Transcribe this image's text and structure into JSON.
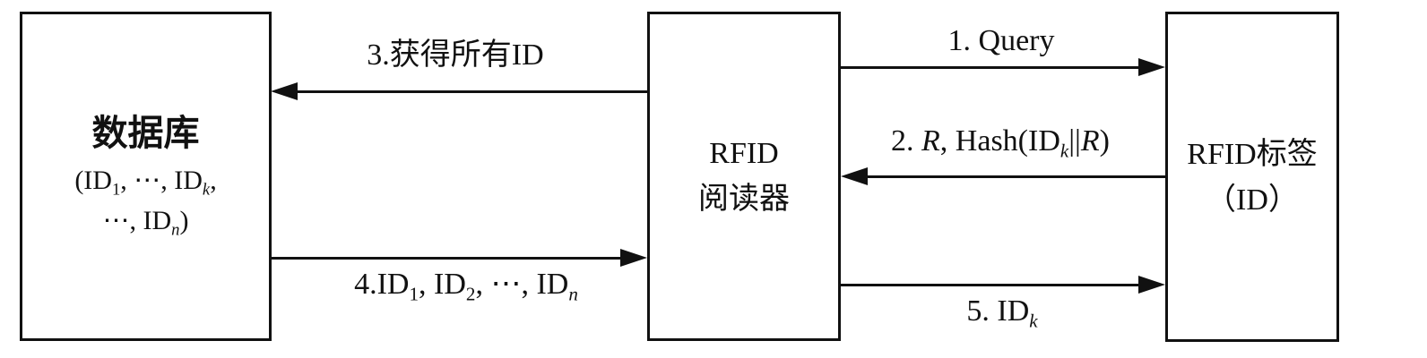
{
  "diagram": {
    "type": "protocol-flow",
    "background": "#ffffff",
    "line_color": "#111111",
    "nodes": {
      "database": {
        "title": "数据库",
        "lines": [
          [
            {
              "text": "(ID"
            },
            {
              "text": "1",
              "sub": true
            },
            {
              "text": ", ⋯, ID"
            },
            {
              "text": "k",
              "sub": true,
              "italic": true
            },
            {
              "text": ","
            }
          ],
          [
            {
              "text": "⋯, ID"
            },
            {
              "text": "n",
              "sub": true,
              "italic": true
            },
            {
              "text": ")"
            }
          ]
        ],
        "text": "数据库 (ID_1, ⋯, ID_k, ⋯, ID_n)"
      },
      "reader": {
        "line1": "RFID",
        "line2": "阅读器",
        "text": "RFID 阅读器"
      },
      "tag": {
        "line1": "RFID标签",
        "line2": "（ID）",
        "text": "RFID标签 (ID)"
      }
    },
    "messages": [
      {
        "step": "1",
        "from": "reader",
        "to": "tag",
        "direction": "right",
        "text": "1. Query",
        "label_segments": [
          {
            "text": "1. Query"
          }
        ]
      },
      {
        "step": "2",
        "from": "tag",
        "to": "reader",
        "direction": "left",
        "text": "2. R, Hash(ID_k||R)",
        "label_segments": [
          {
            "text": "2. "
          },
          {
            "text": "R",
            "italic": true
          },
          {
            "text": ", Hash(ID"
          },
          {
            "text": "k",
            "sub": true,
            "italic": true
          },
          {
            "text": "||"
          },
          {
            "text": "R",
            "italic": true
          },
          {
            "text": ")"
          }
        ]
      },
      {
        "step": "3",
        "from": "reader",
        "to": "database",
        "direction": "left",
        "text": "3.获得所有ID",
        "label_segments": [
          {
            "text": "3.获得所有ID"
          }
        ]
      },
      {
        "step": "4",
        "from": "database",
        "to": "reader",
        "direction": "right",
        "text": "4.ID_1, ID_2, ⋯, ID_n",
        "label_segments": [
          {
            "text": "4.ID"
          },
          {
            "text": "1",
            "sub": true
          },
          {
            "text": ", ID"
          },
          {
            "text": "2",
            "sub": true
          },
          {
            "text": ", ⋯, ID"
          },
          {
            "text": "n",
            "sub": true,
            "italic": true
          }
        ]
      },
      {
        "step": "5",
        "from": "reader",
        "to": "tag",
        "direction": "right",
        "text": "5. ID_k",
        "label_segments": [
          {
            "text": "5. ID"
          },
          {
            "text": "k",
            "sub": true,
            "italic": true
          }
        ]
      }
    ]
  }
}
